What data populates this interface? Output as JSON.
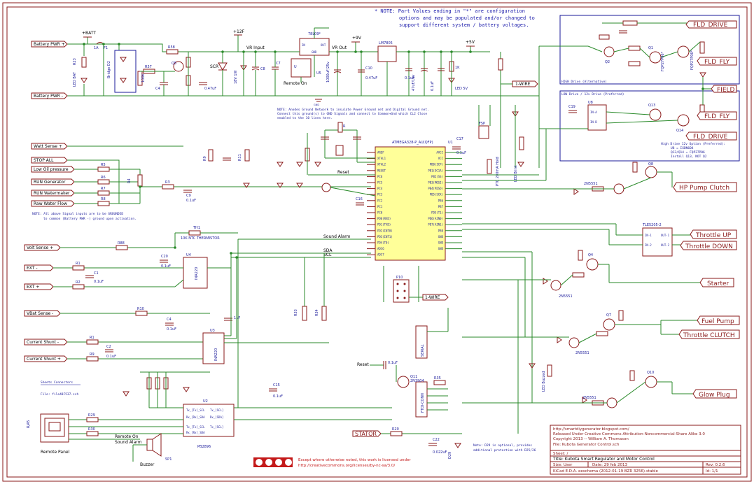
{
  "notes": {
    "top_line1": "* NOTE: Part Values ending in \"*\" are configuration",
    "top_line2": "options and may be populated and/or changed to",
    "top_line3": "support different system / battery voltages.",
    "pulldown_line1": "NOTE: Anodes Ground Network to insulate Power Ground net and Digital Ground net.",
    "pulldown_line2": "Connect this ground(s) to GND Signals and connect to Common+Gnd which CL2 Close",
    "pulldown_line3": "enabled to the 10 lines here.",
    "inputs_line1": "NOTE: All above Signal inputs are to be GROUNDED",
    "inputs_line2": "to common (Battery PWR -) ground upon activation.",
    "d29_line1": "Note: D29 is optional, provides",
    "d29_line2": "additional protection with D25/26"
  },
  "rails": {
    "batt": "+BATT",
    "v12": "+12F",
    "v9": "+9V",
    "v5": "+5V",
    "vr_input": "VR Input",
    "vr_out": "VR Out",
    "remote_on": "Remote On"
  },
  "left_ports": {
    "batt_pos": "Battery PWR +",
    "batt_neg": "Battery PWR -",
    "watt_sense": "Watt Sense +",
    "stop_all": "STOP ALL",
    "low_oil": "Low Oil pressure",
    "run_generator": "RUN Generator",
    "run_watermaker": "RUN Watermaker",
    "raw_water": "Raw Water Flow",
    "volt_sense": "Volt Sense +",
    "ext_neg": "EXT -",
    "ext_pos": "EXT +",
    "vbat_sense": "VBat Sense -",
    "current_shunt_neg": "Current Shunt -",
    "current_shunt_pos": "Current Shunt +",
    "stator": "STATOR"
  },
  "right_ports": {
    "fld_drive_top": "FLD_DRIVE",
    "fld_fly_top": "FLD_FLY",
    "field": "FIELD",
    "fld_fly_mid": "FLD_FLY",
    "fld_drive_mid": "FLD_DRIVE",
    "hp_pump_clutch": "HP Pump Clutch",
    "throttle_up": "Throttle UP",
    "throttle_down": "Throttle DOWN",
    "starter": "Starter",
    "fuel_pump": "Fuel Pump",
    "throttle_clutch": "Throttle CLUTCH",
    "glow_plug": "Glow Plug",
    "one_wire_top": "1-WIRE",
    "one_wire_mid": "1-WIRE"
  },
  "boxes": {
    "high_drive": "HIGH Drive (Alternative)",
    "low_drive": "LOW Drive / 12v Drive (Preferred)",
    "high_drive_note1": "High Drive 12v Option (Preferred):",
    "high_drive_note2": "U8 = IXDN604",
    "high_drive_note3": "Q13/Q14 = FQP27P06",
    "high_drive_note4": "Install Q13, NOT Q2"
  },
  "mcu": {
    "name": "ATMEGA328-P_AU(QFP)",
    "ref": "U1",
    "pins_left": [
      "AREF",
      "XTAL1",
      "XTAL2",
      "RESET",
      "PC6",
      "PC5",
      "PC4",
      "PC3",
      "PC2",
      "PC1",
      "PC0",
      "PD0(RXD)",
      "PD1(TXD)",
      "PD2(INT0)",
      "PD3(INT1)",
      "PD4(T0)",
      "ADC6",
      "ADC7"
    ],
    "pins_right": [
      "AVCC",
      "VCC",
      "PB0(ICP)",
      "PB1(OC1A)",
      "PB2(SS)",
      "PB3(MOSI)",
      "PB4(MISO)",
      "PB5(SCK)",
      "PB6",
      "PB7",
      "PD5(T1)",
      "PD6(AIN0)",
      "PD7(AIN1)",
      "PB0",
      "GND",
      "GND",
      "GND"
    ]
  },
  "components": {
    "u5": "78L09*",
    "u6": "LM7805",
    "scr": "SCR",
    "u4": "INA220",
    "u3": "INA220",
    "u2": "PB2896",
    "u7": "TLE5205-2",
    "u8": "IXDN604",
    "th1": "10K NTC THERMISTOR",
    "rj45": "RJ45",
    "sp1": "SP1",
    "buzzer": "Buzzer",
    "remote_panel": "Remote Panel",
    "remote_on_label": "Remote On",
    "sound_alarm": "Sound Alarm",
    "reset": "Reset",
    "sda": "SDA",
    "scl": "SCL",
    "sheet_connectors": "Sheets Connectors",
    "sheet_file": "File: file48F537.sch",
    "ptc_label": "PTC 200mA Hold"
  },
  "title_block": {
    "url": "http://smartdiygenerator.blogspot.com/",
    "license": "Released Under Creative Commons Attribution-Noncommercial-Share Alike 3.0",
    "copyright": "Copyright 2013 -- William A. Thomason",
    "file": "File: Kubota Generator Control.sch",
    "sheet": "Sheet: /",
    "title": "Title: Kubota Smart Regulator and Motor Control",
    "size": "Size: User",
    "date": "Date: 29 feb 2013",
    "rev": "Rev: 0.2.6",
    "kicad": "KiCad E.D.A.  eeschema (2012-01-19 BZR 3256)-stable",
    "id": "Id: 1/1",
    "cc_notice1": "Except where otherwise noted, this work is licensed under",
    "cc_notice2": "http://creativecommons.org/licenses/by-nc-sa/3.0/"
  },
  "colors": {
    "wire": "#2a8a2a",
    "part": "#8a1a1a",
    "text": "#1a1a9a",
    "mcu_fill": "#ffff99"
  }
}
